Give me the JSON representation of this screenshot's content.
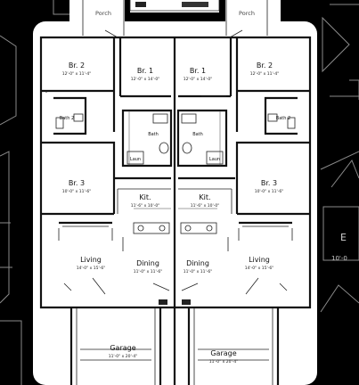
{
  "units": {
    "left": {
      "porch": "Porch",
      "rooms": [
        {
          "name": "Br. 2",
          "dims": "12'-0\" x 11'-4\""
        },
        {
          "name": "Br. 1",
          "dims": "12'-0\" x 14'-0\""
        },
        {
          "name": "Bath 2",
          "dims": ""
        },
        {
          "name": "Bath",
          "dims": ""
        },
        {
          "name": "Br. 3",
          "dims": "10'-0\" x 11'-6\""
        },
        {
          "name": "Kit.",
          "dims": "11'-6\" x 10'-0\""
        },
        {
          "name": "Living",
          "dims": "14'-0\" x 15'-6\""
        },
        {
          "name": "Dining",
          "dims": "11'-0\" x 11'-6\""
        },
        {
          "name": "Garage",
          "dims": "11'-0\" x 20'-4\""
        }
      ]
    },
    "right": {
      "porch": "Porch",
      "rooms": [
        {
          "name": "Br. 2",
          "dims": "12'-0\" x 11'-4\""
        },
        {
          "name": "Br. 1",
          "dims": "12'-0\" x 14'-0\""
        },
        {
          "name": "Bath 2",
          "dims": ""
        },
        {
          "name": "Bath",
          "dims": ""
        },
        {
          "name": "Br. 3",
          "dims": "10'-0\" x 11'-6\""
        },
        {
          "name": "Kit.",
          "dims": "11'-6\" x 10'-0\""
        },
        {
          "name": "Living",
          "dims": "14'-0\" x 15'-6\""
        },
        {
          "name": "Dining",
          "dims": "11'-0\" x 11'-6\""
        },
        {
          "name": "Garage",
          "dims": "11'-0\" x 20'-4\""
        }
      ]
    }
  },
  "labels": {
    "laun": "Laun",
    "bg_partial": "E"
  },
  "colors": {
    "background": "#000000",
    "plan_fill": "#ffffff",
    "line": "#111111"
  }
}
